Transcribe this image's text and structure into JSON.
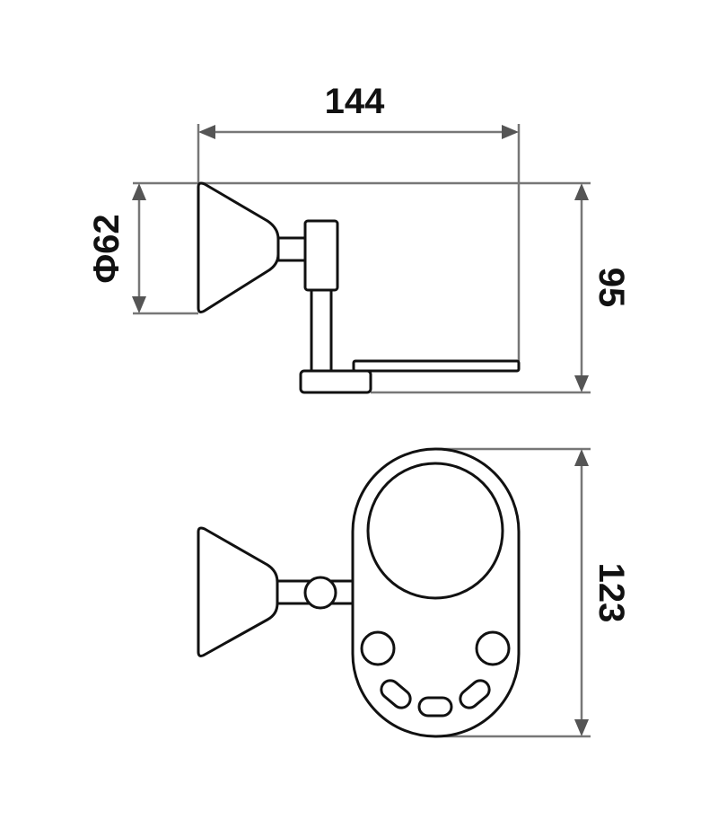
{
  "dimensions": {
    "width": "144",
    "diameter": "Φ62",
    "height": "95",
    "depth": "123"
  },
  "colors": {
    "line": "#111111",
    "dimension": "#777777"
  }
}
